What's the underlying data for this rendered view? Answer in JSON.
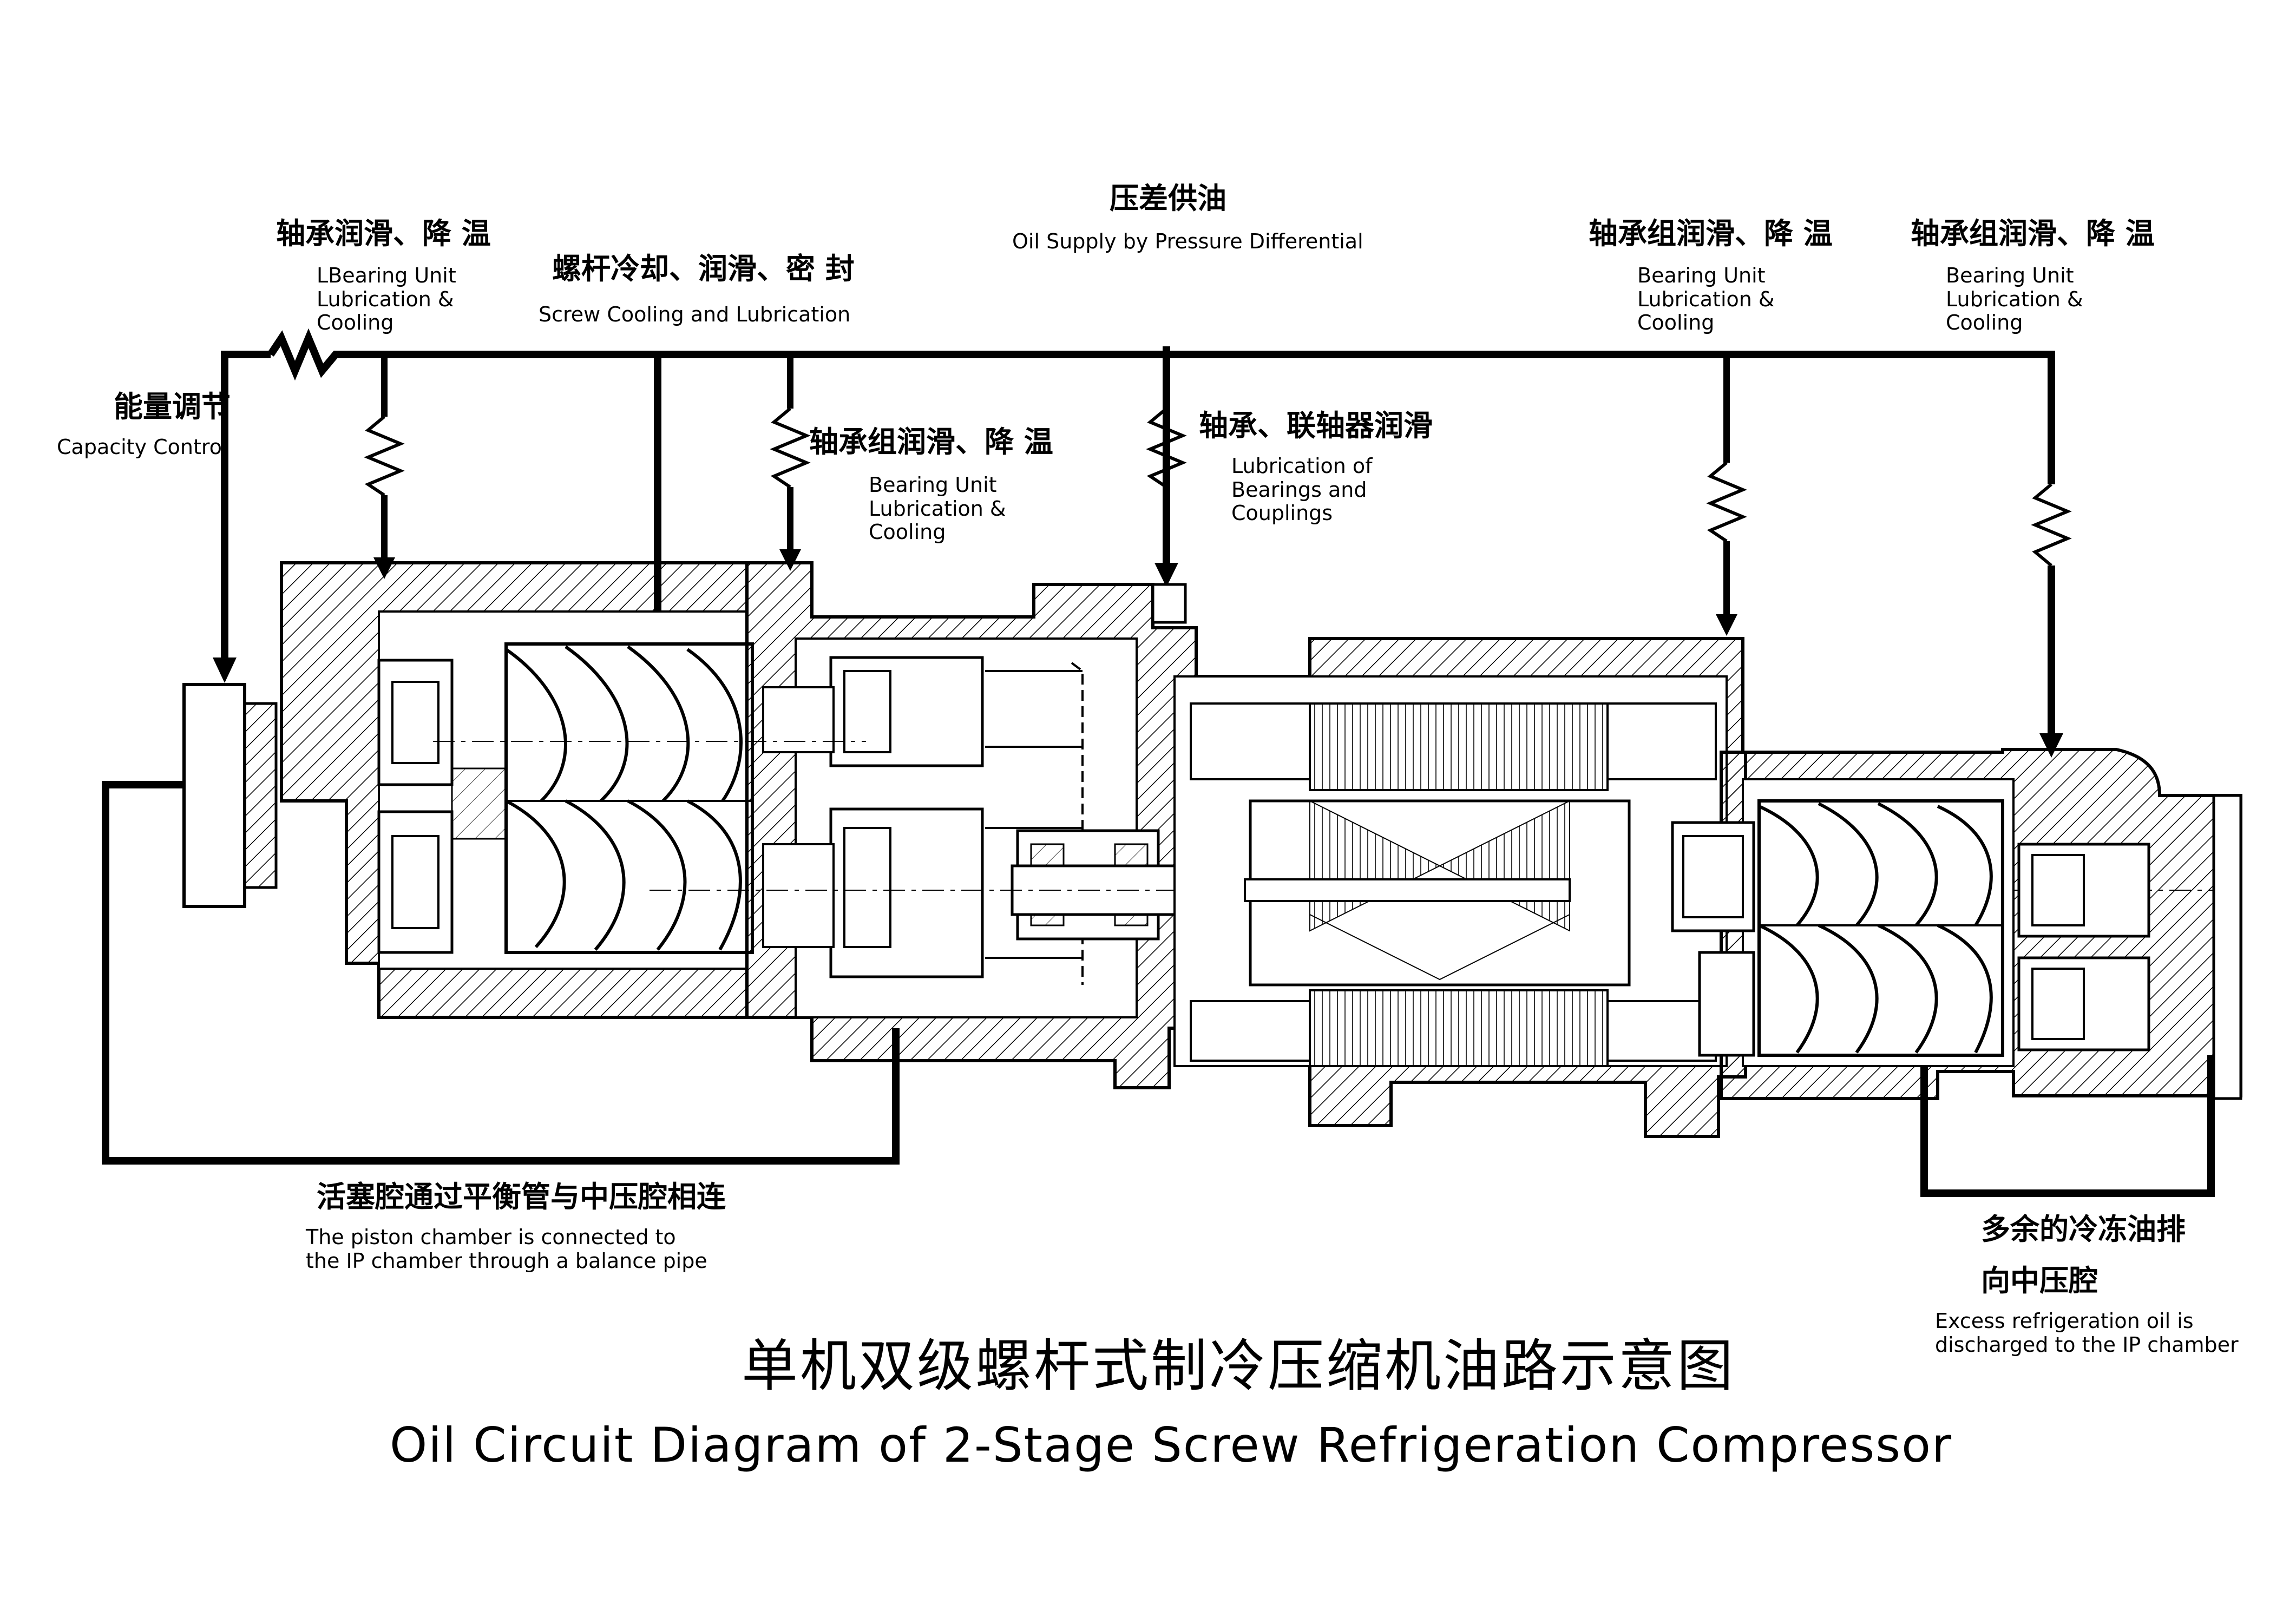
{
  "labels": {
    "pressure_cn": "压差供油",
    "pressure_en": "Oil Supply by Pressure Differential",
    "left_bearing_cn": "轴承润滑、降 温",
    "left_bearing_en": "LBearing Unit\nLubrication &\nCooling",
    "screw_cn": "螺杆冷却、润滑、密 封",
    "screw_en": "Screw Cooling and Lubrication",
    "capacity_cn": "能量调节",
    "capacity_en": "Capacity Control",
    "mid_bearing_cn": "轴承组润滑、降 温",
    "mid_bearing_en": "Bearing Unit\nLubrication &\nCooling",
    "coupling_cn": "轴承、联轴器润滑",
    "coupling_en": "Lubrication of\nBearings and\nCouplings",
    "right_bearing1_cn": "轴承组润滑、降 温",
    "right_bearing1_en": "Bearing Unit\nLubrication &\nCooling",
    "right_bearing2_cn": "轴承组润滑、降 温",
    "right_bearing2_en": "Bearing Unit\nLubrication &\nCooling",
    "piston_cn": "活塞腔通过平衡管与中压腔相连",
    "piston_en": "The piston chamber is connected to\nthe IP chamber through a balance pipe",
    "excess_cn_1": "多余的冷冻油排",
    "excess_cn_2": "向中压腔",
    "excess_en": "Excess refrigeration oil is\ndischarged to the IP chamber"
  },
  "title": {
    "cn": "单机双级螺杆式制冷压缩机油路示意图",
    "en": "Oil Circuit Diagram of 2-Stage Screw Refrigeration Compressor"
  }
}
